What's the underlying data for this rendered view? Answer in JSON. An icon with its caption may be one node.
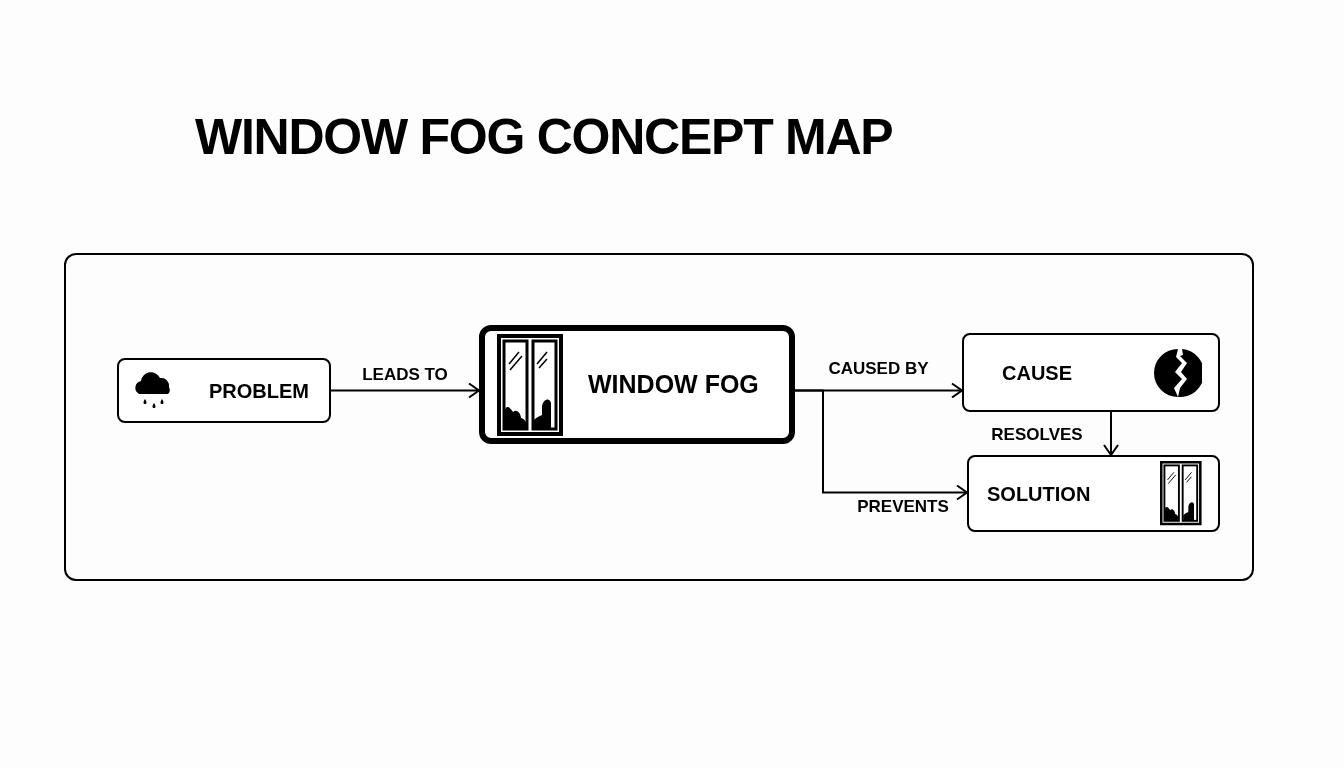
{
  "diagram": {
    "title": "WINDOW FOG CONCEPT MAP",
    "nodes": [
      {
        "text": [],
        "shape": "box"
      },
      {
        "text": [
          "PROBLEM"
        ],
        "in": 0
      },
      {
        "text": [
          "WINDOW FOG"
        ],
        "in": 0
      },
      {
        "text": [
          "CAUSE"
        ],
        "in": 0
      },
      {
        "text": [
          "SOLUTION"
        ],
        "in": 0
      }
    ],
    "edges": [
      {
        "from": 1,
        "to": 2,
        "arrow": "to",
        "label": "LEADS TO"
      },
      {
        "from": 2,
        "to": 3,
        "arrow": "to",
        "label": "CAUSED BY"
      },
      {
        "from": 2,
        "to": 4,
        "arrow": "to",
        "label": "PREVENTS"
      },
      {
        "from": 3,
        "to": 4,
        "arrow": "to",
        "label": "RESOLVES"
      }
    ]
  }
}
